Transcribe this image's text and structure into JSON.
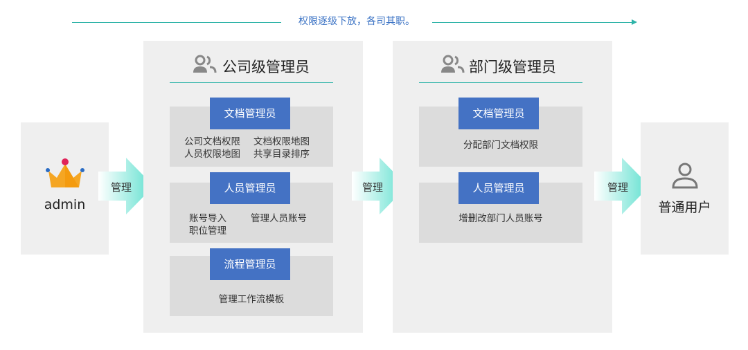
{
  "banner": {
    "text": "权限逐级下放，各司其职。"
  },
  "admin": {
    "label": "admin",
    "icon": "crown-icon"
  },
  "arrows": [
    {
      "label": "管理"
    },
    {
      "label": "管理"
    },
    {
      "label": "管理"
    }
  ],
  "company_panel": {
    "title": "公司级管理员",
    "icon": "users-icon",
    "roles": [
      {
        "name": "文档管理员",
        "perms": [
          "公司文档权限",
          "文档权限地图",
          "人员权限地图",
          "共享目录排序"
        ]
      },
      {
        "name": "人员管理员",
        "perms": [
          "账号导入",
          "管理人员账号",
          "职位管理"
        ]
      },
      {
        "name": "流程管理员",
        "perms": [
          "管理工作流模板"
        ]
      }
    ]
  },
  "dept_panel": {
    "title": "部门级管理员",
    "icon": "users-icon",
    "roles": [
      {
        "name": "文档管理员",
        "perms": [
          "分配部门文档权限"
        ]
      },
      {
        "name": "人员管理员",
        "perms": [
          "增删改部门人员账号"
        ]
      }
    ]
  },
  "end_user": {
    "label": "普通用户",
    "icon": "user-icon"
  },
  "colors": {
    "accent": "#2db3a8",
    "role_tag": "#4472c4",
    "banner_text": "#3a72c4"
  }
}
